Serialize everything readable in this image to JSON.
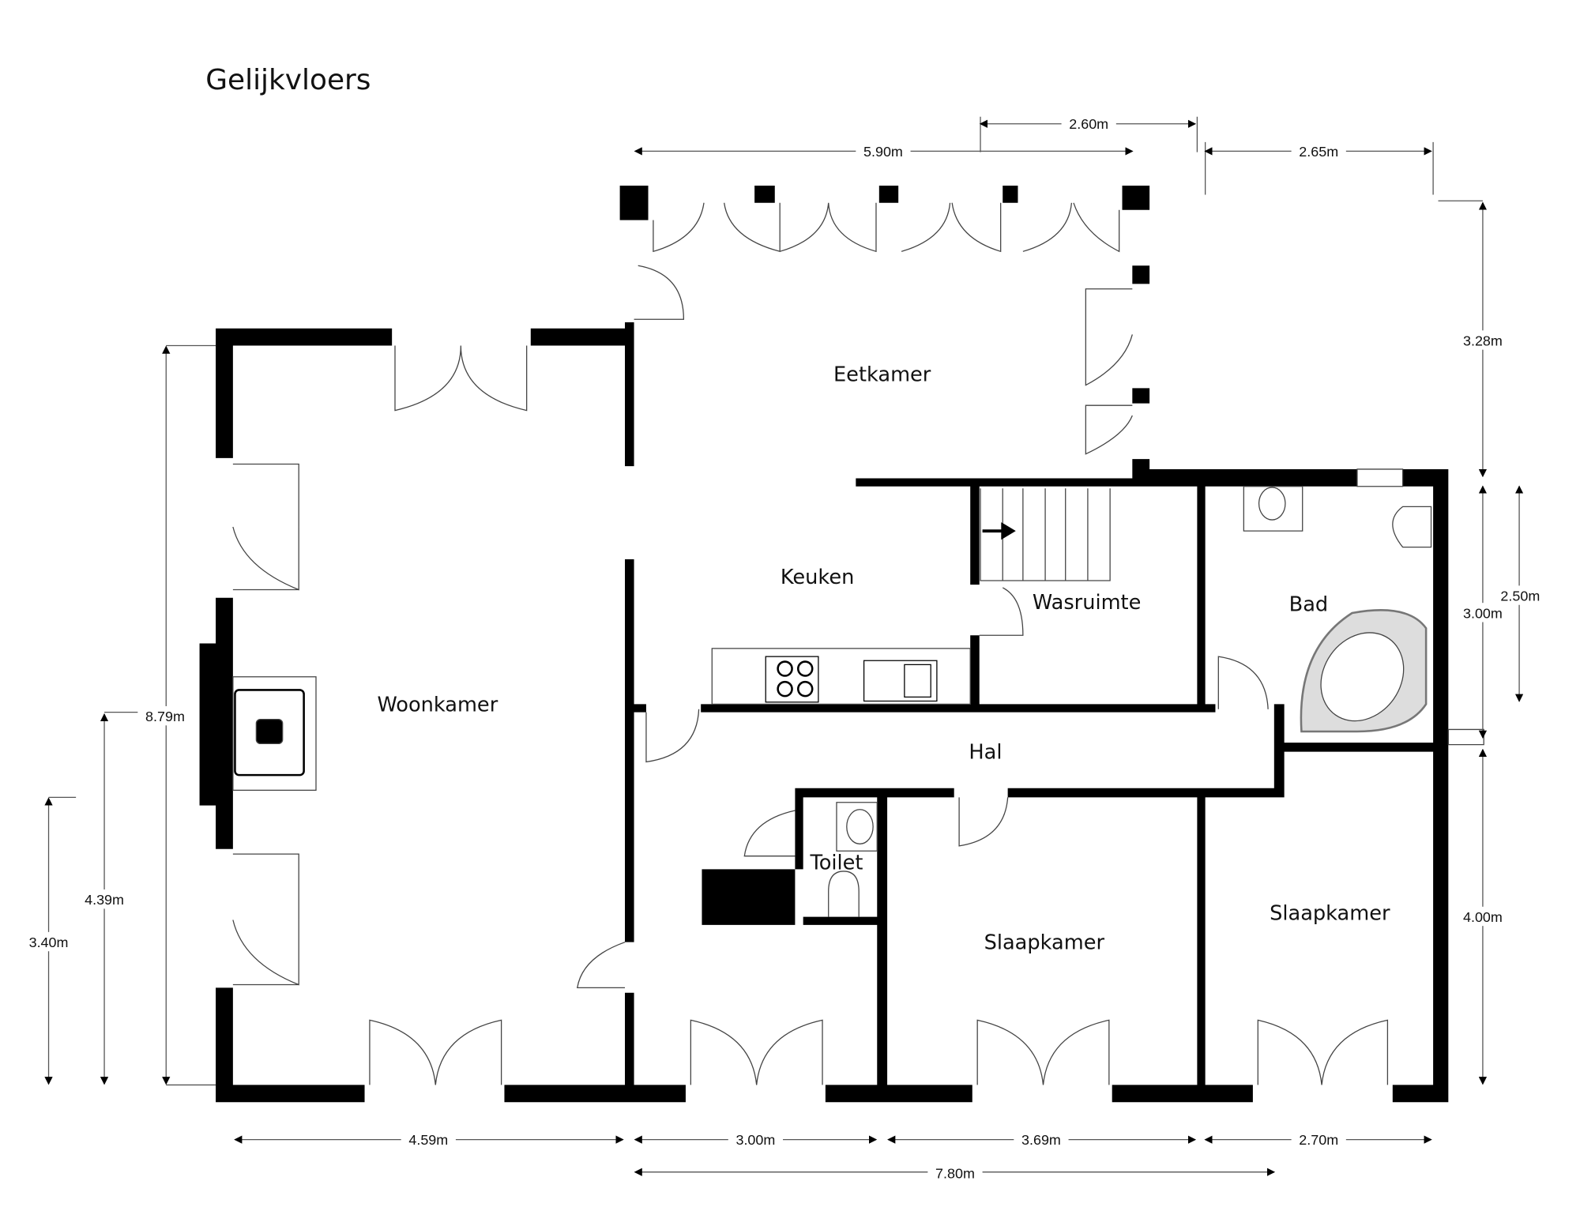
{
  "title": "Gelijkvloers",
  "rooms": {
    "eetkamer": "Eetkamer",
    "keuken": "Keuken",
    "wasruimte": "Wasruimte",
    "bad": "Bad",
    "woonkamer": "Woonkamer",
    "hal": "Hal",
    "toilet": "Toilet",
    "slaapkamer1": "Slaapkamer",
    "slaapkamer2": "Slaapkamer"
  },
  "dimensions": {
    "top_260": "2.60m",
    "top_590": "5.90m",
    "top_265": "2.65m",
    "right_328": "3.28m",
    "right_250": "2.50m",
    "right_300": "3.00m",
    "right_400": "4.00m",
    "left_879": "8.79m",
    "left_439": "4.39m",
    "left_340": "3.40m",
    "bottom_459": "4.59m",
    "bottom_300": "3.00m",
    "bottom_369": "3.69m",
    "bottom_270": "2.70m",
    "bottom_780": "7.80m"
  }
}
